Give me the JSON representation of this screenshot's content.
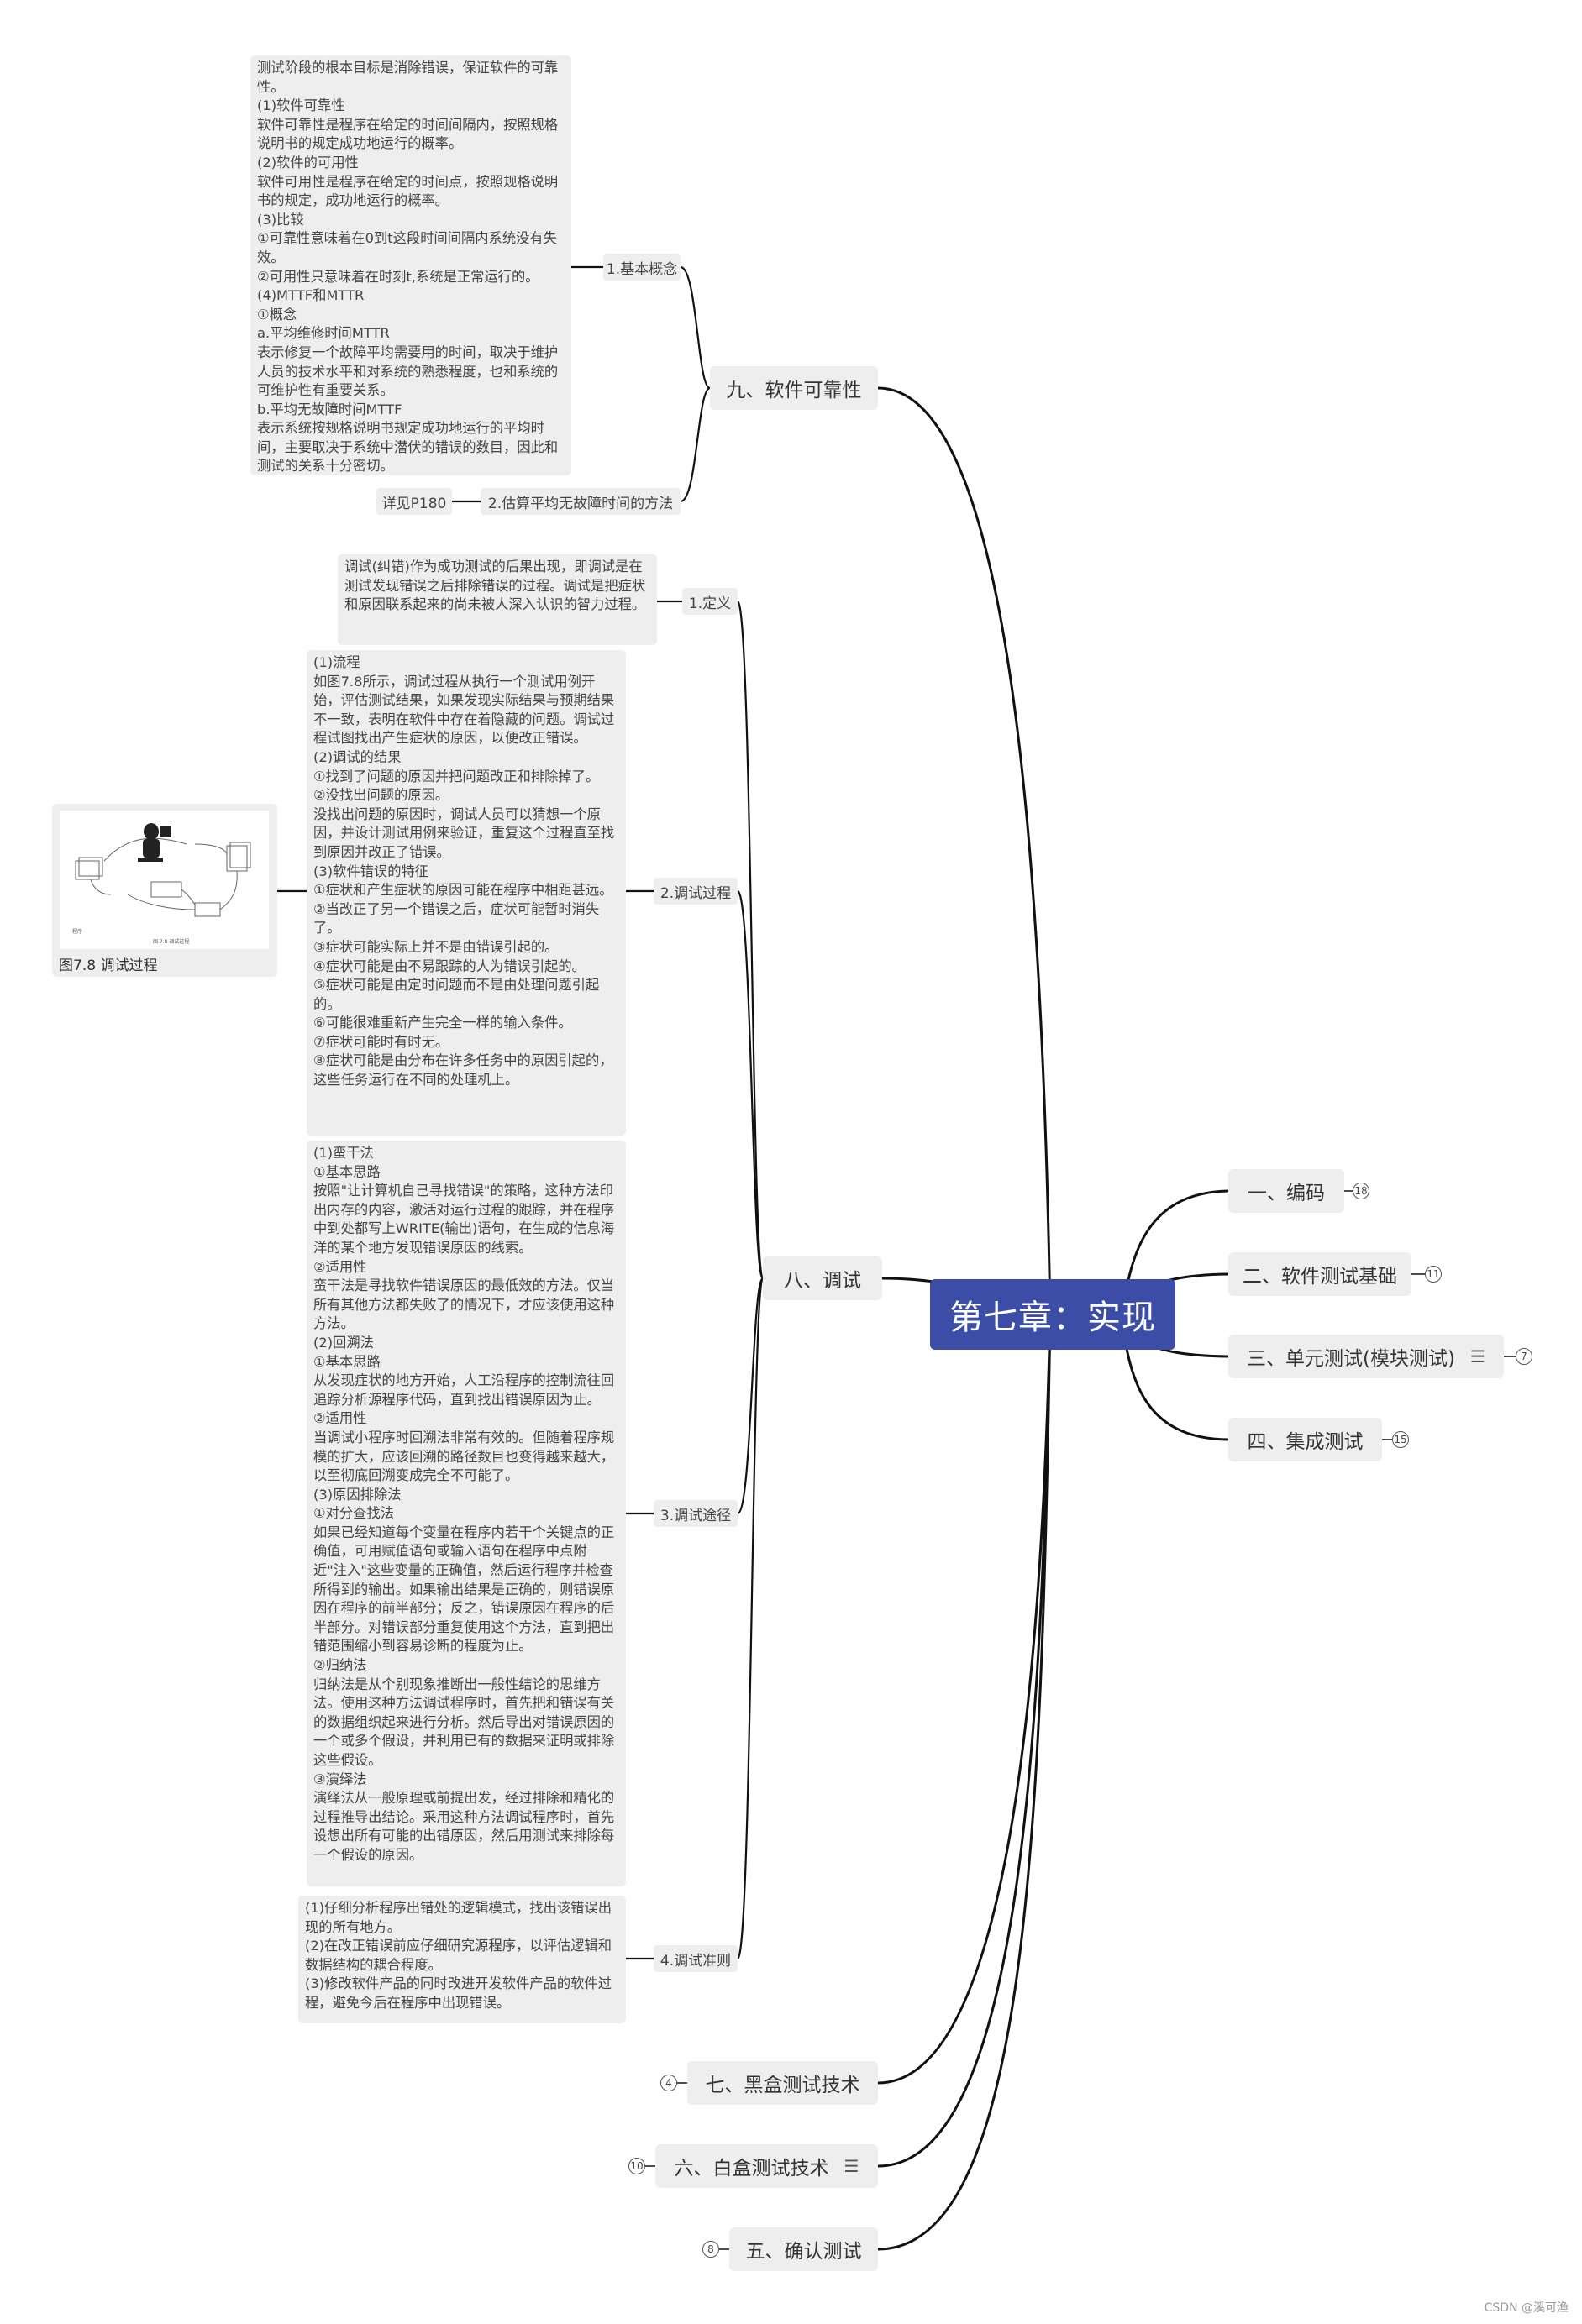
{
  "root": {
    "title": "第七章：实现"
  },
  "right_branches": [
    {
      "label": "一、编码",
      "count": "18"
    },
    {
      "label": "二、软件测试基础",
      "count": "11"
    },
    {
      "label": "三、单元测试(模块测试)",
      "count": "7"
    },
    {
      "label": "四、集成测试",
      "count": "15"
    }
  ],
  "left_branches": {
    "reliability": {
      "label": "九、软件可靠性",
      "basic": {
        "label": "1.基本概念",
        "note": "测试阶段的根本目标是消除错误，保证软件的可靠性。\n(1)软件可靠性\n软件可靠性是程序在给定的时间间隔内，按照规格说明书的规定成功地运行的概率。\n(2)软件的可用性\n软件可用性是程序在给定的时间点，按照规格说明书的规定，成功地运行的概率。\n(3)比较\n①可靠性意味着在0到t这段时间间隔内系统没有失效。\n②可用性只意味着在时刻t,系统是正常运行的。\n(4)MTTF和MTTR\n①概念\na.平均维修时间MTTR\n表示修复一个故障平均需要用的时间，取决于维护人员的技术水平和对系统的熟悉程度，也和系统的可维护性有重要关系。\nb.平均无故障时间MTTF\n表示系统按规格说明书规定成功地运行的平均时间，主要取决于系统中潜伏的错误的数目，因此和测试的关系十分密切。"
      },
      "estimate": {
        "label": "2.估算平均无故障时间的方法",
        "note": "详见P180"
      }
    },
    "debug": {
      "label": "八、调试",
      "definition": {
        "label": "1.定义",
        "note": "调试(纠错)作为成功测试的后果出现，即调试是在测试发现错误之后排除错误的过程。调试是把症状和原因联系起来的尚未被人深入认识的智力过程。"
      },
      "process": {
        "label": "2.调试过程",
        "note": "(1)流程\n如图7.8所示，调试过程从执行一个测试用例开始，评估测试结果，如果发现实际结果与预期结果不一致，表明在软件中存在着隐藏的问题。调试过程试图找出产生症状的原因，以便改正错误。\n(2)调试的结果\n①找到了问题的原因并把问题改正和排除掉了。\n②没找出问题的原因。\n没找出问题的原因时，调试人员可以猜想一个原因，并设计测试用例来验证，重复这个过程直至找到原因并改正了错误。\n(3)软件错误的特征\n①症状和产生症状的原因可能在程序中相距甚远。\n②当改正了另一个错误之后，症状可能暂时消失了。\n③症状可能实际上并不是由错误引起的。\n④症状可能是由不易跟踪的人为错误引起的。\n⑤症状可能是由定时问题而不是由处理问题引起的。\n⑥可能很难重新产生完全一样的输入条件。\n⑦症状可能时有时无。\n⑧症状可能是由分布在许多任务中的原因引起的，这些任务运行在不同的处理机上。",
        "figure_caption": "图7.8 调试过程"
      },
      "approach": {
        "label": "3.调试途径",
        "note": "(1)蛮干法\n①基本思路\n按照\"让计算机自己寻找错误\"的策略，这种方法印出内存的内容，激活对运行过程的跟踪，并在程序中到处都写上WRITE(输出)语句，在生成的信息海洋的某个地方发现错误原因的线索。\n②适用性\n蛮干法是寻找软件错误原因的最低效的方法。仅当所有其他方法都失败了的情况下，才应该使用这种方法。\n(2)回溯法\n①基本思路\n从发现症状的地方开始，人工沿程序的控制流往回追踪分析源程序代码，直到找出错误原因为止。\n②适用性\n当调试小程序时回溯法非常有效的。但随着程序规模的扩大，应该回溯的路径数目也变得越来越大，以至彻底回溯变成完全不可能了。\n(3)原因排除法\n①对分查找法\n如果已经知道每个变量在程序内若干个关键点的正确值，可用赋值语句或输入语句在程序中点附近\"注入\"这些变量的正确值，然后运行程序并检查所得到的输出。如果输出结果是正确的，则错误原因在程序的前半部分；反之，错误原因在程序的后半部分。对错误部分重复使用这个方法，直到把出错范围缩小到容易诊断的程度为止。\n②归纳法\n归纳法是从个别现象推断出一般性结论的思维方法。使用这种方法调试程序时，首先把和错误有关的数据组织起来进行分析。然后导出对错误原因的一个或多个假设，并利用已有的数据来证明或排除这些假设。\n③演绎法\n演绎法从一般原理或前提出发，经过排除和精化的过程推导出结论。采用这种方法调试程序时，首先设想出所有可能的出错原因，然后用测试来排除每一个假设的原因。"
      },
      "rules": {
        "label": "4.调试准则",
        "note": "(1)仔细分析程序出错处的逻辑模式，找出该错误出现的所有地方。\n(2)在改正错误前应仔细研究源程序，以评估逻辑和数据结构的耦合程度。\n(3)修改软件产品的同时改进开发软件产品的软件过程，避免今后在程序中出现错误。"
      }
    },
    "blackbox": {
      "label": "七、黑盒测试技术",
      "count": "4"
    },
    "whitebox": {
      "label": "六、白盒测试技术",
      "count": "10"
    },
    "acceptance": {
      "label": "五、确认测试",
      "count": "8"
    }
  },
  "icons": {
    "note_lines": "note-lines-icon",
    "collapsed_count": "collapsed-count-badge"
  },
  "colors": {
    "root_bg": "#3c4da8",
    "node_bg": "#eeeeee",
    "line": "#111111"
  },
  "watermark": "CSDN @溪可渔"
}
